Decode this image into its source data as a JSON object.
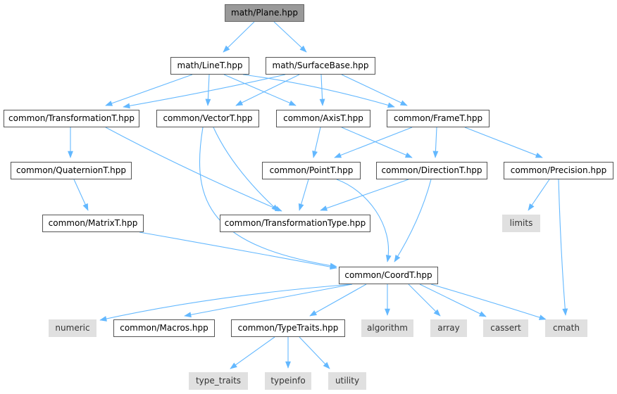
{
  "nodes": {
    "plane": "math/Plane.hpp",
    "line": "math/LineT.hpp",
    "surface": "math/SurfaceBase.hpp",
    "transformation": "common/TransformationT.hpp",
    "vector": "common/VectorT.hpp",
    "axis": "common/AxisT.hpp",
    "frame": "common/FrameT.hpp",
    "quaternion": "common/QuaternionT.hpp",
    "point": "common/PointT.hpp",
    "direction": "common/DirectionT.hpp",
    "precision": "common/Precision.hpp",
    "matrix": "common/MatrixT.hpp",
    "transtype": "common/TransformationType.hpp",
    "limits": "limits",
    "coord": "common/CoordT.hpp",
    "numeric": "numeric",
    "macros": "common/Macros.hpp",
    "typetraits": "common/TypeTraits.hpp",
    "algorithm": "algorithm",
    "array": "array",
    "cassert": "cassert",
    "cmath": "cmath",
    "type_traits": "type_traits",
    "typeinfo": "typeinfo",
    "utility": "utility"
  },
  "colors": {
    "edge": "#63b8ff",
    "root_fill": "#999999",
    "system_fill": "#e0e0e0",
    "node_border": "#555555"
  }
}
